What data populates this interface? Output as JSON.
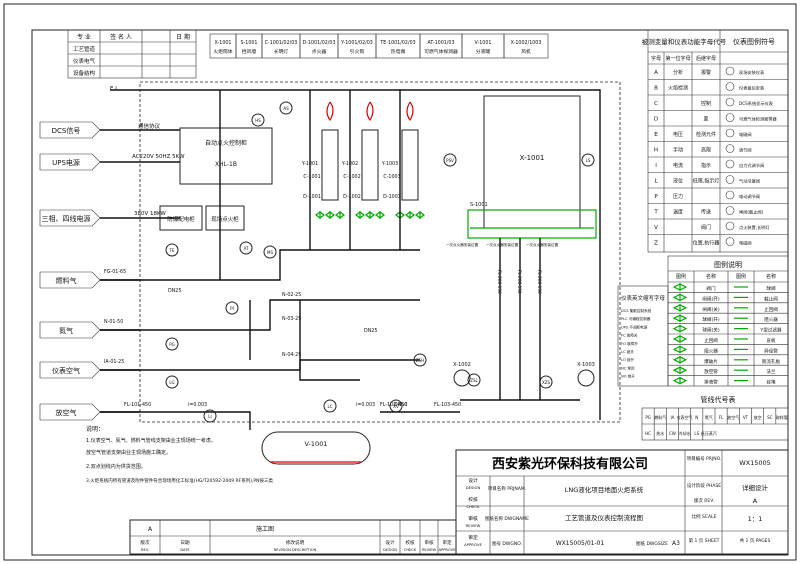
{
  "revision_block": {
    "headers": [
      "专 业",
      "签 名 人",
      "日 期"
    ],
    "rows": [
      "工艺管道",
      "仪表电气",
      "设备结构"
    ]
  },
  "equipment_tags": [
    {
      "tag": "X-1001",
      "name": "火炬筒体"
    },
    {
      "tag": "S-1001",
      "name": "挡风墙"
    },
    {
      "tag": "C-1001/02/03",
      "name": "长明灯"
    },
    {
      "tag": "D-1001/02/03",
      "name": "点火器"
    },
    {
      "tag": "Y-1001/02/03",
      "name": "引火筒"
    },
    {
      "tag": "TE-1001/02/03",
      "name": "热电偶"
    },
    {
      "tag": "AT-1001/03",
      "name": "可燃气体探测器"
    },
    {
      "tag": "V-1001",
      "name": "分液罐"
    },
    {
      "tag": "X-1002/1003",
      "name": "风机"
    }
  ],
  "instrument_table": {
    "title": "被测变量和仪表功能字母代号",
    "headers": [
      "字母",
      "第一位字母",
      "后继字母"
    ],
    "rows": [
      [
        "A",
        "分析",
        "报警"
      ],
      [
        "B",
        "火焰检测",
        ""
      ],
      [
        "C",
        "",
        "控制"
      ],
      [
        "D",
        "",
        "差"
      ],
      [
        "E",
        "电压",
        "检测元件"
      ],
      [
        "H",
        "手动",
        "高限"
      ],
      [
        "I",
        "电流",
        "指示"
      ],
      [
        "L",
        "液位",
        "低限,指示灯"
      ],
      [
        "P",
        "压力",
        ""
      ],
      [
        "T",
        "温度",
        "传送"
      ],
      [
        "V",
        "",
        "阀门"
      ],
      [
        "Z",
        "",
        "位置,执行器"
      ]
    ]
  },
  "symbol_table": {
    "title": "仪表图例符号",
    "rows": [
      "现场安装仪表",
      "仪表盘后安装",
      "DCS系统显示仪表",
      "可燃气体检测报警器",
      "电磁阀",
      "调节阀",
      "自力式调节阀",
      "气动活塞阀",
      "电动调节阀",
      "闸阀(截止阀)",
      "点火装置,长明灯",
      "电磁阀"
    ]
  },
  "legend": {
    "title": "图例说明",
    "headers": [
      "图例",
      "名称",
      "图例",
      "名称"
    ],
    "rows": [
      [
        "",
        "阀门",
        "",
        "球阀"
      ],
      [
        "",
        "闸阀(开)",
        "",
        "截止阀"
      ],
      [
        "",
        "闸阀(关)",
        "",
        "止回阀"
      ],
      [
        "",
        "球阀(开)",
        "",
        "阻火器"
      ],
      [
        "",
        "球阀(关)",
        "",
        "Y型过滤器"
      ],
      [
        "",
        "止回阀",
        "",
        "盲板"
      ],
      [
        "",
        "阻火器",
        "",
        "异径管"
      ],
      [
        "",
        "爆破片",
        "",
        "限流孔板"
      ],
      [
        "",
        "放空管",
        "",
        "法兰"
      ],
      [
        "",
        "排液管",
        "",
        "丝堵"
      ]
    ]
  },
  "abbrev": {
    "title": "仪表英文缩写字母",
    "rows": [
      "DCS 集散控制系统",
      "PLC 可编程控制器",
      "UPS 不间断电源",
      "FC 故障关",
      "FO 故障开",
      "LC 锁关",
      "LO 锁开",
      "NC 常闭",
      "NO 常开"
    ]
  },
  "pipe_codes": {
    "title": "管线代号表",
    "rows": [
      [
        "PG",
        "燃料气",
        "IA",
        "仪表空气",
        "N",
        "氮气",
        "FL",
        "放空气",
        "VT",
        "放空",
        "SC",
        "取样管"
      ],
      [
        "HC",
        "热水",
        "CW",
        "冷却水",
        "LS",
        "低压蒸汽"
      ]
    ]
  },
  "process": {
    "left_labels": [
      "DCS信号",
      "UPS电源",
      "三相、四线电源",
      "燃料气",
      "氮气",
      "仪表空气",
      "放空气"
    ],
    "signals": [
      "通信协议",
      "AC220V 50HZ 5KW",
      "380V 18KW"
    ],
    "controller": [
      "自动点火控制柜",
      "XHL-1B"
    ],
    "cabinets": [
      "防爆配电柜",
      "现场点火柜"
    ],
    "lines": [
      "FG-01-65",
      "N-01-50",
      "IA-01-25",
      "FL-101-450",
      "N-02-25",
      "N-03-25",
      "N-04-25",
      "FL-102-450",
      "FL-103-450",
      "DN25",
      "i=0.003",
      "i=0.003",
      "DN25",
      "DN50"
    ],
    "vessel": "V-1001",
    "flare": "X-1001",
    "wind": "S-1001",
    "fans": [
      "X-1002",
      "X-1003"
    ],
    "burners": [
      "Y-1001",
      "Y-1002",
      "Y-1003",
      "C-1001",
      "C-1002",
      "C-1003",
      "D-1001",
      "D-1002",
      "D-1003"
    ],
    "flanges": [
      "一次点火器安装位置",
      "一次点火器安装位置",
      "一次点火器安装位置"
    ],
    "level_marks": [
      "E.L"
    ],
    "instr_tags": [
      "TE",
      "AT",
      "PI",
      "PG",
      "LG",
      "LI",
      "LC",
      "XV",
      "ZSH",
      "ZSL",
      "XZS",
      "PSV",
      "LS",
      "AS",
      "HS",
      "MS"
    ],
    "vert_lines": [
      "FL-200-150",
      "FL-200-150",
      "FL-200-150"
    ]
  },
  "notes": {
    "title": "说明：",
    "items": [
      "1.仪表空气、氮气、燃料气管线支架由业主现场统一考虑。",
      "  放空气管道支架由业主现场施工确定。",
      "2.双点划线内为供货范围。",
      "3.火炬系统内所有管道及附件管件符合现场用化工标准(HG/T20592-2009 RF系列),PN按三类"
    ]
  },
  "title_block": {
    "company": "西安紫光环保科技有限公司",
    "project_no_label": "项目编号\nPRJNO.",
    "project_no": "WX15005",
    "phase_label": "设计阶段\nPHASE",
    "phase": "详细设计",
    "rev_label": "版次\nREV.",
    "rev": "A",
    "scale_label": "比例\nSCALE",
    "scale": "1：1",
    "sheet_label": "第 1 页\nSHEET",
    "pages_label": "共 1 页\nPAGES",
    "project_name_label": "项目名称\nPRJNAM.",
    "project_name": "LNG液化项目地面火炬系统",
    "drawing_name_label": "图纸名称\nDWGNAME",
    "drawing_name": "工艺管道及仪表控制流程图",
    "drawing_no_label": "图号\nDWGNO.",
    "drawing_no": "WX15005/01-01",
    "size_label": "图纸\nDWGSIZE",
    "size": "A3",
    "roles": [
      {
        "cn": "设计",
        "en": "DESIGN"
      },
      {
        "cn": "校核",
        "en": "CHECK"
      },
      {
        "cn": "审核",
        "en": "REVIEW"
      },
      {
        "cn": "审定",
        "en": "APPROVE"
      }
    ],
    "rev_row": {
      "rev": "A",
      "desc": "施工图"
    },
    "rev_headers": [
      {
        "cn": "版次",
        "en": "REV."
      },
      {
        "cn": "日期",
        "en": "DATE"
      },
      {
        "cn": "修改说明",
        "en": "REVISION DESCRIPTION"
      },
      {
        "cn": "设计",
        "en": "DESIGN"
      },
      {
        "cn": "校核",
        "en": "CHECK"
      },
      {
        "cn": "审核",
        "en": "REVIEW"
      },
      {
        "cn": "审定",
        "en": "APPROVE"
      }
    ]
  }
}
